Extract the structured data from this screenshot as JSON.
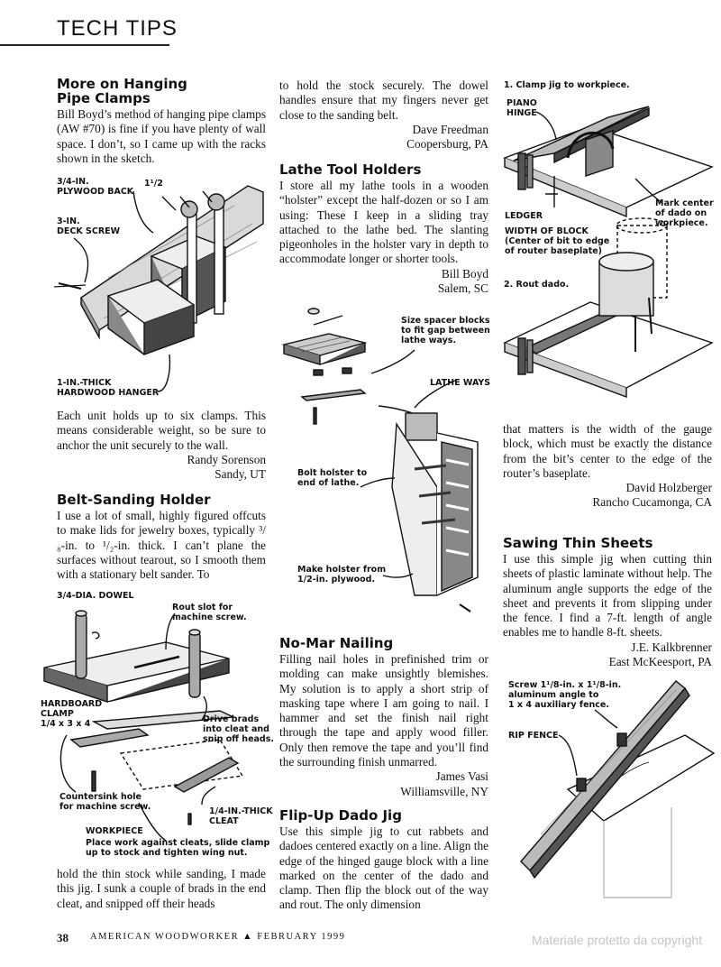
{
  "header": {
    "title": "TECH TIPS"
  },
  "hanging": {
    "title_line1": "More on Hanging",
    "title_line2": "Pipe Clamps",
    "p1": "Bill Boyd’s method of hanging pipe clamps (AW #70) is fine if you have plenty of wall space. I don’t, so I came up with the racks shown in the sketch.",
    "fig": {
      "plywood_back_1": "3/4-IN.",
      "plywood_back_2": "PLYWOOD BACK",
      "dim": "1¹/2",
      "deck_screw_1": "3-IN.",
      "deck_screw_2": "DECK SCREW",
      "hanger_1": "1-IN.-THICK",
      "hanger_2": "HARDWOOD HANGER"
    },
    "p2": "Each unit holds up to six clamps. This means considerable weight, so be sure to anchor the unit securely to the wall.",
    "sig_name": "Randy Sorenson",
    "sig_city": "Sandy, UT"
  },
  "belt": {
    "title": "Belt-Sanding Holder",
    "p1": "I use a lot of small, highly figured offcuts to make lids for jewelry boxes, typically ³/₈-in. to ¹/₂-in. thick. I can’t plane the surfaces without tearout, so I smooth them with a stationary belt sander. To",
    "fig": {
      "dowel": "3/4-DIA. DOWEL",
      "rout_slot_1": "Rout slot for",
      "rout_slot_2": "machine screw.",
      "clamp_1": "HARDBOARD",
      "clamp_2": "CLAMP",
      "clamp_3": "1/4 x 3 x 4",
      "brads_1": "Drive brads",
      "brads_2": "into cleat and",
      "brads_3": "snip off heads.",
      "countersink_1": "Countersink hole",
      "countersink_2": "for machine screw.",
      "cleat_1": "1/4-IN.-THICK",
      "cleat_2": "CLEAT",
      "workpiece": "WORKPIECE",
      "place_1": "Place work against cleats, slide clamp",
      "place_2": "up to stock and tighten wing nut."
    },
    "p2": "hold the thin stock while sanding, I made this jig. I sunk a couple of brads in the end cleat, and snipped off their heads",
    "p3": "to hold the stock securely. The dowel handles ensure that my fingers never get close to the sanding belt.",
    "sig_name": "Dave Freedman",
    "sig_city": "Coopersburg, PA"
  },
  "lathe": {
    "title": "Lathe Tool Holders",
    "p1": "I store all my lathe tools in a wooden “holster” except the half-dozen or so I am using: These I keep in a sliding tray attached to the lathe bed. The slanting pigeonholes in the holster vary in depth to accommodate longer or shorter tools.",
    "sig_name": "Bill Boyd",
    "sig_city": "Salem, SC",
    "fig": {
      "spacer_1": "Size spacer blocks",
      "spacer_2": "to fit gap between",
      "spacer_3": "lathe ways.",
      "lathe_ways": "LATHE WAYS",
      "bolt_1": "Bolt holster to",
      "bolt_2": "end of lathe.",
      "make_1": "Make holster from",
      "make_2": "1/2-in. plywood."
    }
  },
  "nomar": {
    "title": "No-Mar Nailing",
    "p1": "Filling nail holes in prefinished trim or molding can make unsightly blemishes. My solution is to apply a short strip of masking tape where I am going to nail. I hammer and set the finish nail right through the tape and apply wood filler. Only then remove the tape and you’ll find the surrounding finish unmarred.",
    "sig_name": "James Vasi",
    "sig_city": "Williamsville, NY"
  },
  "dado": {
    "title": "Flip-Up Dado Jig",
    "p1": "Use this simple jig to cut rabbets and dadoes centered exactly on a line. Align the edge of the hinged gauge block with a line marked on the center of the dado and clamp. Then flip the block out of the way and rout. The only dimension",
    "fig": {
      "step1": "1. Clamp jig to workpiece.",
      "hinge_1": "PIANO",
      "hinge_2": "HINGE",
      "mark_1": "Mark center",
      "mark_2": "of dado on",
      "mark_3": "workpiece.",
      "ledger": "LEDGER",
      "width_1": "WIDTH OF BLOCK",
      "width_2": "(Center of bit to edge",
      "width_3": "of router baseplate)",
      "step2": "2. Rout dado."
    },
    "p2": "that matters is the width of the gauge block, which must be exactly the distance from the bit’s center to the edge of the router’s baseplate.",
    "sig_name": "David Holzberger",
    "sig_city": "Rancho Cucamonga, CA"
  },
  "sawing": {
    "title": "Sawing Thin Sheets",
    "p1": "I use this simple jig when cutting thin sheets of plastic laminate without help. The aluminum angle supports the  edge of the sheet and prevents it from slipping under the fence. I find a 7-ft. length of angle enables me to handle 8-ft. sheets.",
    "sig_name": "J.E. Kalkbrenner",
    "sig_city": "East McKeesport, PA",
    "fig": {
      "screw_1": "Screw 1¹/8-in. x 1¹/8-in.",
      "screw_2": "aluminum angle to",
      "screw_3": "1 x 4 auxiliary fence.",
      "rip": "RIP FENCE"
    }
  },
  "footer": {
    "page": "38",
    "text": "AMERICAN WOODWORKER ▲ FEBRUARY 1999",
    "watermark": "Materiale protetto da copyright"
  }
}
